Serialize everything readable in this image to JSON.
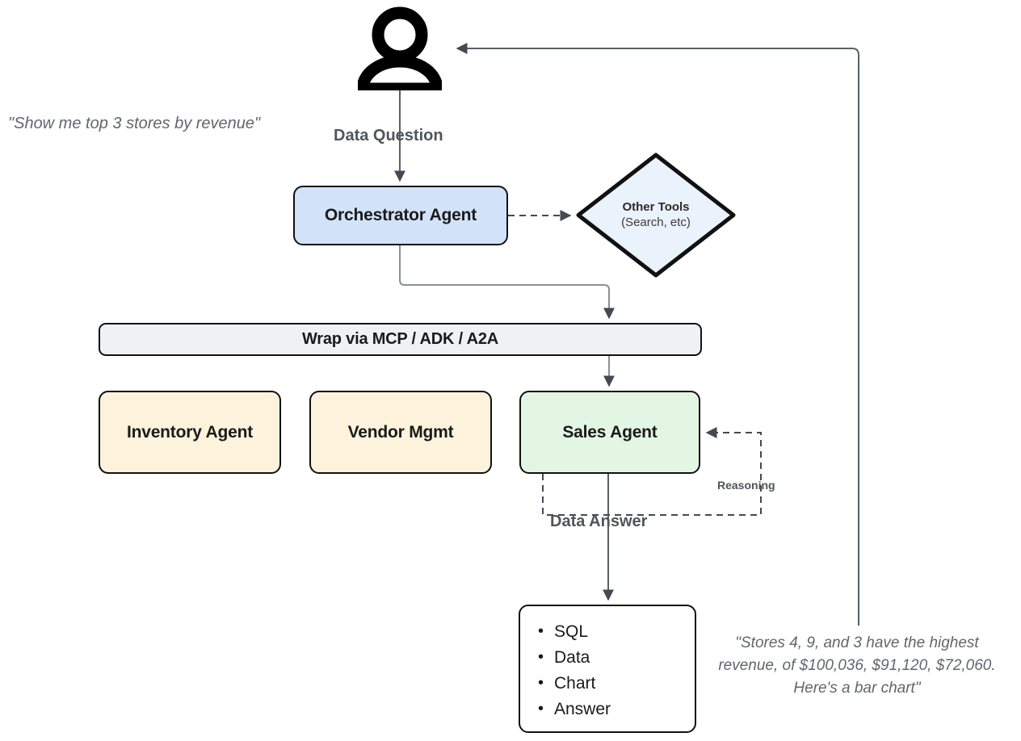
{
  "diagram": {
    "title": "Multi-Agent Data Question Flow",
    "colors": {
      "orchestrator_fill": "#d2e3f9",
      "tools_fill": "#eaf2fc",
      "mcp_fill": "#eff1f3",
      "agent_fill": "#fdf3dc",
      "sales_fill": "#e2f6e3",
      "output_fill": "#ffffff",
      "stroke": "#111111",
      "edge_stroke": "#5a6068",
      "label_text": "#505559",
      "quote_text": "#60666d"
    }
  },
  "actor": {
    "icon": "user-icon",
    "quote": "\"Show me top 3 stores by revenue\""
  },
  "nodes": {
    "orchestrator": {
      "label": "Orchestrator Agent"
    },
    "other_tools": {
      "title": "Other Tools",
      "subtitle": "(Search, etc)"
    },
    "mcp_wrapper": {
      "label": "Wrap via MCP / ADK / A2A"
    },
    "inventory_agent": {
      "label": "Inventory Agent"
    },
    "vendor_mgmt": {
      "label": "Vendor Mgmt"
    },
    "sales_agent": {
      "label": "Sales Agent"
    },
    "output": {
      "items": [
        "SQL",
        "Data",
        "Chart",
        "Answer"
      ]
    }
  },
  "edges": {
    "data_question": "Data Question",
    "data_answer": "Data Answer",
    "reasoning": "Reasoning"
  },
  "annotations": {
    "final_answer_quote": {
      "line1": "\"Stores 4, 9, and 3 have the highest",
      "line2": "revenue, of $100,036, $91,120, $72,060.",
      "line3": "Here's a bar chart\""
    }
  }
}
